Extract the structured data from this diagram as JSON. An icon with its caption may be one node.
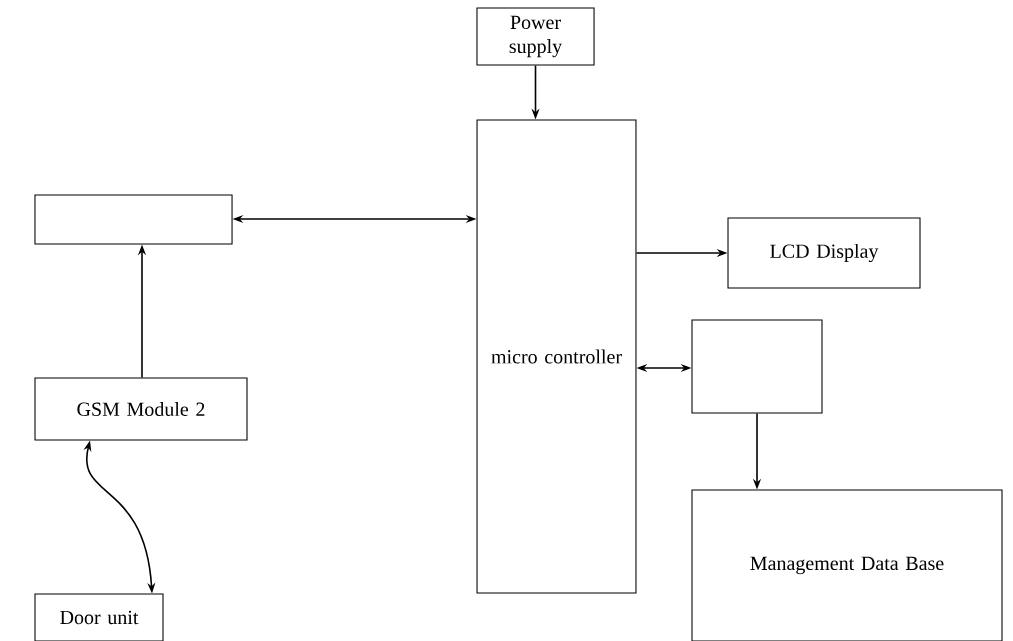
{
  "diagram": {
    "nodes": [
      {
        "text": [
          "Power supply"
        ]
      },
      {
        "text": [],
        "shape": "box"
      },
      {
        "text": [
          "micro controller"
        ]
      },
      {
        "text": [
          "LCD Display"
        ]
      },
      {
        "text": [
          "GSM Module 2"
        ]
      },
      {
        "text": [],
        "shape": "box"
      },
      {
        "text": [
          "Door unit"
        ]
      },
      {
        "text": [
          "Management Data Base"
        ]
      }
    ],
    "edges": [
      {
        "from": 0,
        "to": 2,
        "arrow": "to"
      },
      {
        "from": 1,
        "to": 2,
        "arrow": "both"
      },
      {
        "from": 4,
        "to": 1,
        "arrow": "to"
      },
      {
        "from": 2,
        "to": 3,
        "arrow": "to"
      },
      {
        "from": 2,
        "to": 5,
        "arrow": "both"
      },
      {
        "from": 5,
        "to": 7,
        "arrow": "to"
      },
      {
        "from": 4,
        "to": 6,
        "arrow": "both"
      }
    ]
  }
}
